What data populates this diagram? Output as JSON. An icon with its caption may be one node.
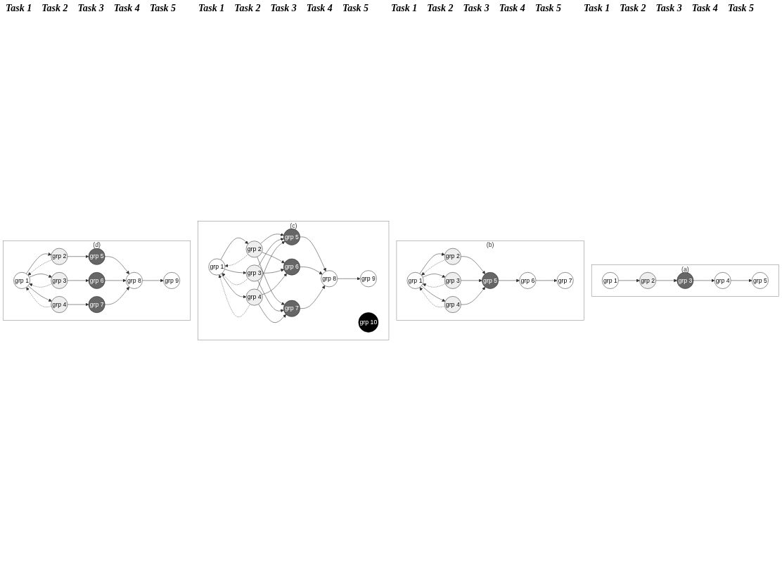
{
  "diagram": {
    "nodes": [
      {
        "text": [
          "(a)"
        ]
      },
      {
        "text": [
          "grp 1"
        ],
        "in": 0
      },
      {
        "text": [
          "grp 2"
        ],
        "in": 0
      },
      {
        "text": [
          "grp 3"
        ],
        "in": 0
      },
      {
        "text": [
          "grp 4"
        ],
        "in": 0
      },
      {
        "text": [
          "grp 5"
        ],
        "in": 0
      },
      {
        "text": [
          "(b)"
        ]
      },
      {
        "text": [
          "grp 1"
        ],
        "in": 6
      },
      {
        "text": [
          "grp 2"
        ],
        "in": 6
      },
      {
        "text": [
          "grp 3"
        ],
        "in": 6
      },
      {
        "text": [
          "grp 4"
        ],
        "in": 6
      },
      {
        "text": [
          "grp 5"
        ],
        "in": 6
      },
      {
        "text": [
          "grp 6"
        ],
        "in": 6
      },
      {
        "text": [
          "grp 7"
        ],
        "in": 6
      },
      {
        "text": [
          "(c)"
        ]
      },
      {
        "text": [
          "grp 1"
        ],
        "in": 14
      },
      {
        "text": [
          "grp 2"
        ],
        "in": 14
      },
      {
        "text": [
          "grp 3"
        ],
        "in": 14
      },
      {
        "text": [
          "grp 4"
        ],
        "in": 14
      },
      {
        "text": [
          "grp 5"
        ],
        "in": 14
      },
      {
        "text": [
          "grp 6"
        ],
        "in": 14
      },
      {
        "text": [
          "grp 7"
        ],
        "in": 14
      },
      {
        "text": [
          "grp 8"
        ],
        "in": 14
      },
      {
        "text": [
          "grp 9"
        ],
        "in": 14
      },
      {
        "text": [
          "grp 10"
        ],
        "in": 14
      },
      {
        "text": [
          "(d)"
        ]
      },
      {
        "text": [
          "grp 1"
        ],
        "in": 25
      },
      {
        "text": [
          "grp 2"
        ],
        "in": 25
      },
      {
        "text": [
          "grp 3"
        ],
        "in": 25
      },
      {
        "text": [
          "grp 4"
        ],
        "in": 25
      },
      {
        "text": [
          "grp 5"
        ],
        "in": 25
      },
      {
        "text": [
          "grp 6"
        ],
        "in": 25
      },
      {
        "text": [
          "grp 7"
        ],
        "in": 25
      },
      {
        "text": [
          "grp 8"
        ],
        "in": 25
      },
      {
        "text": [
          "grp 9"
        ],
        "in": 25
      }
    ],
    "edges": [
      {
        "from": 1,
        "to": 2,
        "arrow": "to"
      },
      {
        "from": 2,
        "to": 3,
        "arrow": "to"
      },
      {
        "from": 3,
        "to": 4,
        "arrow": "to"
      },
      {
        "from": 4,
        "to": 5,
        "arrow": "to"
      },
      {
        "from": 7,
        "to": 8,
        "arrow": "to"
      },
      {
        "from": 7,
        "to": 9,
        "arrow": "to"
      },
      {
        "from": 7,
        "to": 10,
        "arrow": "to"
      },
      {
        "from": 8,
        "to": 7,
        "arrow": "to",
        "style": "dashed"
      },
      {
        "from": 9,
        "to": 7,
        "arrow": "to",
        "style": "dashed"
      },
      {
        "from": 10,
        "to": 7,
        "arrow": "to",
        "style": "dashed"
      },
      {
        "from": 8,
        "to": 11,
        "arrow": "to"
      },
      {
        "from": 9,
        "to": 11,
        "arrow": "to"
      },
      {
        "from": 10,
        "to": 11,
        "arrow": "to"
      },
      {
        "from": 11,
        "to": 12,
        "arrow": "to"
      },
      {
        "from": 12,
        "to": 13,
        "arrow": "to"
      },
      {
        "from": 15,
        "to": 16,
        "arrow": "to"
      },
      {
        "from": 15,
        "to": 17,
        "arrow": "to"
      },
      {
        "from": 15,
        "to": 18,
        "arrow": "to"
      },
      {
        "from": 16,
        "to": 15,
        "arrow": "to",
        "style": "dashed"
      },
      {
        "from": 17,
        "to": 15,
        "arrow": "to",
        "style": "dashed"
      },
      {
        "from": 18,
        "to": 15,
        "arrow": "to",
        "style": "dashed"
      },
      {
        "from": 16,
        "to": 19,
        "arrow": "to"
      },
      {
        "from": 16,
        "to": 20,
        "arrow": "to"
      },
      {
        "from": 16,
        "to": 21,
        "arrow": "to"
      },
      {
        "from": 17,
        "to": 19,
        "arrow": "to"
      },
      {
        "from": 17,
        "to": 20,
        "arrow": "to"
      },
      {
        "from": 17,
        "to": 21,
        "arrow": "to"
      },
      {
        "from": 18,
        "to": 19,
        "arrow": "to"
      },
      {
        "from": 18,
        "to": 20,
        "arrow": "to"
      },
      {
        "from": 18,
        "to": 21,
        "arrow": "to"
      },
      {
        "from": 19,
        "to": 22,
        "arrow": "to"
      },
      {
        "from": 20,
        "to": 22,
        "arrow": "to"
      },
      {
        "from": 21,
        "to": 22,
        "arrow": "to"
      },
      {
        "from": 22,
        "to": 23,
        "arrow": "to"
      },
      {
        "from": 26,
        "to": 27,
        "arrow": "to"
      },
      {
        "from": 26,
        "to": 28,
        "arrow": "to"
      },
      {
        "from": 26,
        "to": 29,
        "arrow": "to"
      },
      {
        "from": 27,
        "to": 26,
        "arrow": "to",
        "style": "dashed"
      },
      {
        "from": 28,
        "to": 26,
        "arrow": "to",
        "style": "dashed"
      },
      {
        "from": 29,
        "to": 26,
        "arrow": "to",
        "style": "dashed"
      },
      {
        "from": 27,
        "to": 30,
        "arrow": "to"
      },
      {
        "from": 28,
        "to": 31,
        "arrow": "to"
      },
      {
        "from": 29,
        "to": 32,
        "arrow": "to"
      },
      {
        "from": 30,
        "to": 33,
        "arrow": "to"
      },
      {
        "from": 31,
        "to": 33,
        "arrow": "to"
      },
      {
        "from": 32,
        "to": 33,
        "arrow": "to"
      },
      {
        "from": 33,
        "to": 34,
        "arrow": "to"
      }
    ],
    "labels": [
      "Task 1",
      "Task 2",
      "Task 3",
      "Task 4",
      "Task 5",
      "Task 1",
      "Task 2",
      "Task 3",
      "Task 4",
      "Task 5",
      "Task 1",
      "Task 2",
      "Task 3",
      "Task 4",
      "Task 5",
      "Task 1",
      "Task 2",
      "Task 3",
      "Task 4",
      "Task 5"
    ]
  }
}
